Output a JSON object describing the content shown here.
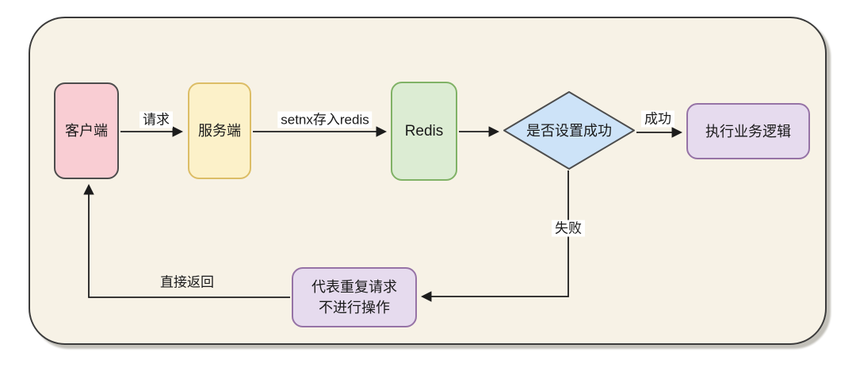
{
  "canvas": {
    "outer_background": "#ffffff",
    "frame_fill": "#f7f2e6",
    "frame_border": "#3b3b3b",
    "line_color": "#1c1c1c"
  },
  "nodes": {
    "client": {
      "label": "客户端",
      "fill": "#f9cdd3",
      "border": "#4d4d4d"
    },
    "server": {
      "label": "服务端",
      "fill": "#fcf1c9",
      "border": "#dcbd66"
    },
    "redis": {
      "label": "Redis",
      "fill": "#dcecd3",
      "border": "#80b266"
    },
    "decision": {
      "label": "是否设置成功",
      "fill": "#cde3f8",
      "border": "#4d4d4d"
    },
    "business": {
      "label": "执行业务逻辑",
      "fill": "#e6dbee",
      "border": "#9673a6"
    },
    "duplicate": {
      "label_line1": "代表重复请求",
      "label_line2": "不进行操作",
      "fill": "#e6dbee",
      "border": "#9673a6"
    }
  },
  "edges": {
    "request": {
      "label": "请求"
    },
    "setnx": {
      "label": "setnx存入redis"
    },
    "success": {
      "label": "成功"
    },
    "fail": {
      "label": "失败"
    },
    "return": {
      "label": "直接返回"
    }
  }
}
